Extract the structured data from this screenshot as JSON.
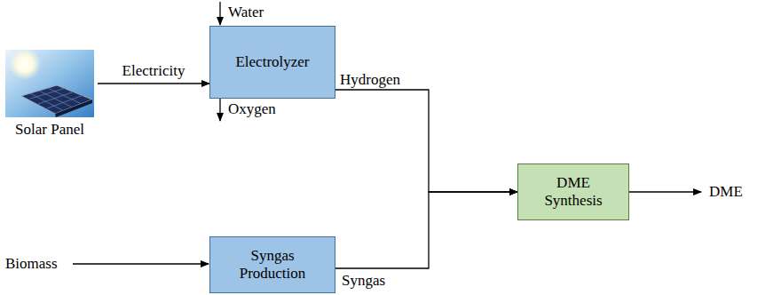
{
  "diagram": {
    "nodes": [
      {
        "text": [
          "Solar Panel"
        ]
      },
      {
        "text": [
          "Electrolyzer"
        ]
      },
      {
        "text": [
          "Syngas Production"
        ]
      },
      {
        "text": [
          "DME Synthesis"
        ]
      }
    ],
    "edges": [
      {
        "from": 0,
        "to": 1,
        "label": "Electricity",
        "arrow": "to"
      },
      {
        "from": 1,
        "to": 3,
        "label": "Hydrogen",
        "arrow": "to"
      },
      {
        "from": 2,
        "to": 3,
        "label": "Syngas",
        "arrow": "to"
      }
    ],
    "labels": [
      "Water",
      "Oxygen",
      "Biomass",
      "DME"
    ]
  }
}
